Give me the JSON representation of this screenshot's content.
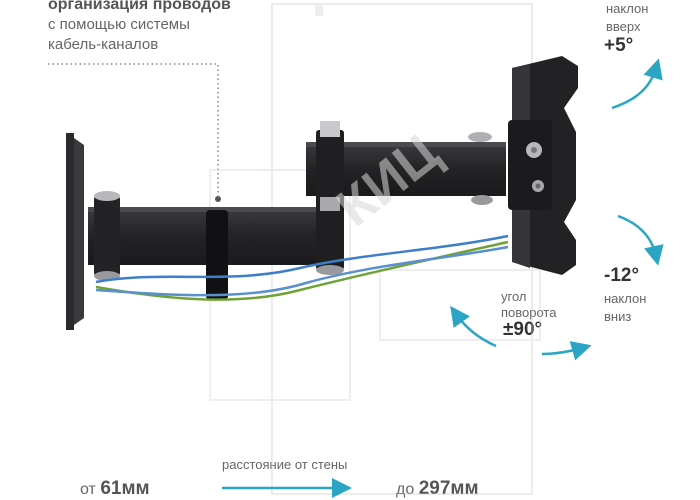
{
  "cable_caption": {
    "title": "организация проводов",
    "line1": "с помощью системы",
    "line2": "кабель-каналов"
  },
  "tilt_up": {
    "label1": "наклон",
    "label2": "вверх",
    "value": "+5°"
  },
  "tilt_down": {
    "value": "-12°",
    "label1": "наклон",
    "label2": "вниз"
  },
  "swivel": {
    "label1": "угол",
    "label2": "поворота",
    "value": "±90°"
  },
  "distance": {
    "from_prefix": "от",
    "from_value": "61мм",
    "label": "расстояние от стены",
    "to_prefix": "до",
    "to_value": "297мм"
  },
  "watermark": "КИЦ",
  "colors": {
    "accent_arrow": "#2aa6c4",
    "bracket": "#2b2b2e",
    "wire_blue": "#3d7fc9",
    "wire_green": "#6fa33a"
  }
}
